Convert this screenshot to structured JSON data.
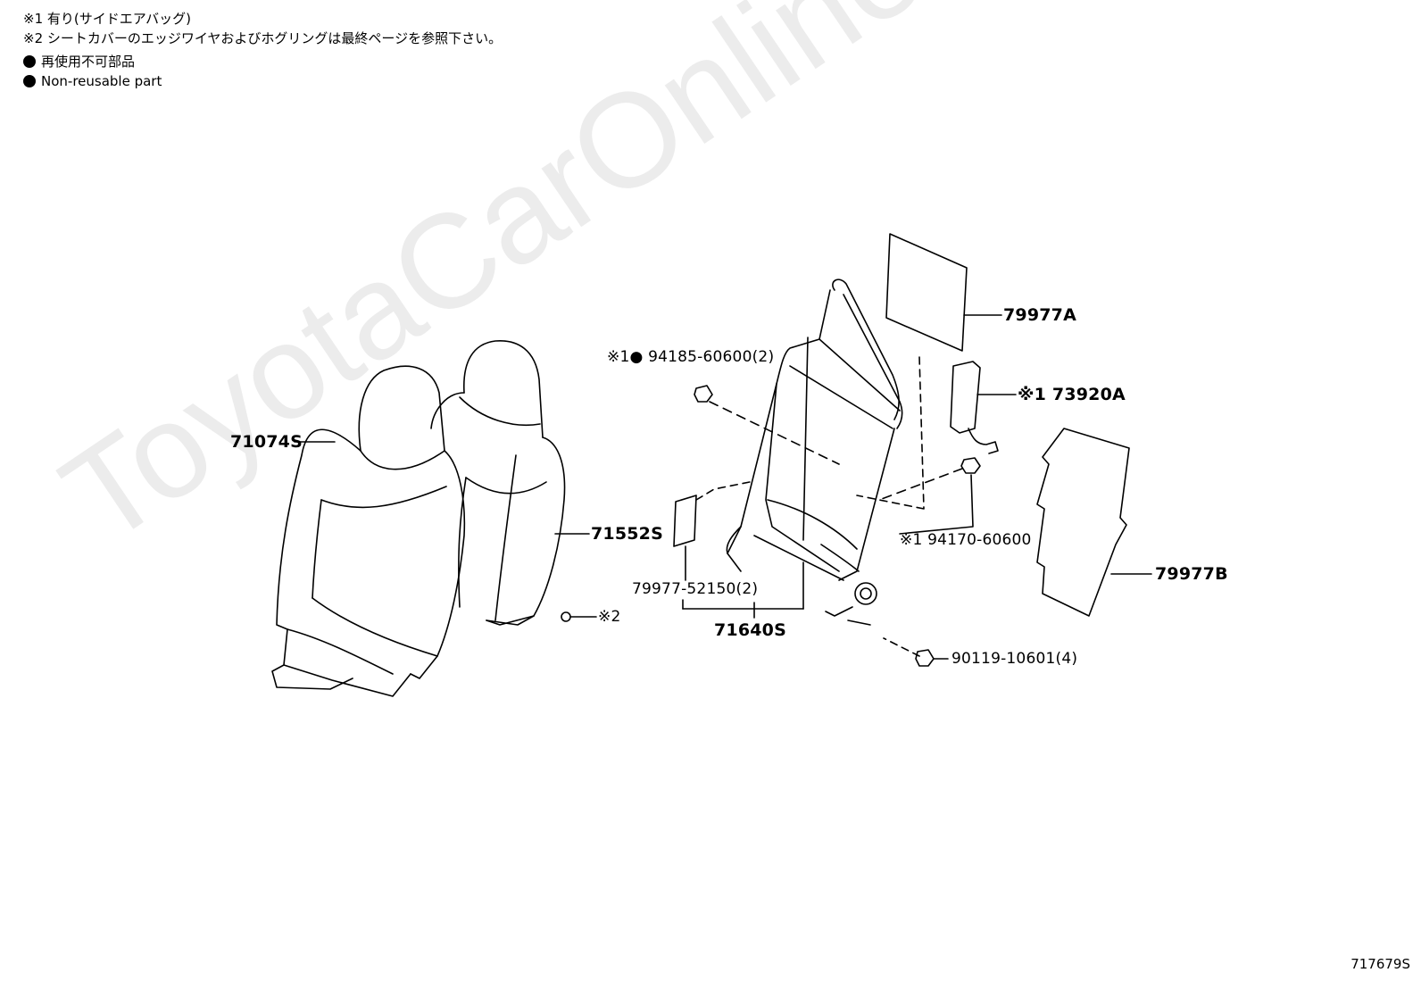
{
  "notes": {
    "note1": "※1 有り(サイドエアバッグ)",
    "note2": "※2 シートカバーのエッジワイヤおよびホグリングは最終ページを参照下さい。",
    "legend_jp": "再使用不可部品",
    "legend_en": "Non-reusable part"
  },
  "watermark": "ToyotaCarOnline.ru",
  "parts": {
    "p71074S": "71074S",
    "p71552S": "71552S",
    "p79977A": "79977A",
    "p73920A": "※1 73920A",
    "p94185": "※1● 94185-60600(2)",
    "p94170": "※1 94170-60600",
    "p79977B": "79977B",
    "p79977_52150": "79977-52150(2)",
    "p71640S": "71640S",
    "p90119": "90119-10601(4)",
    "hogring": "※2"
  },
  "reference_id": "717679S"
}
